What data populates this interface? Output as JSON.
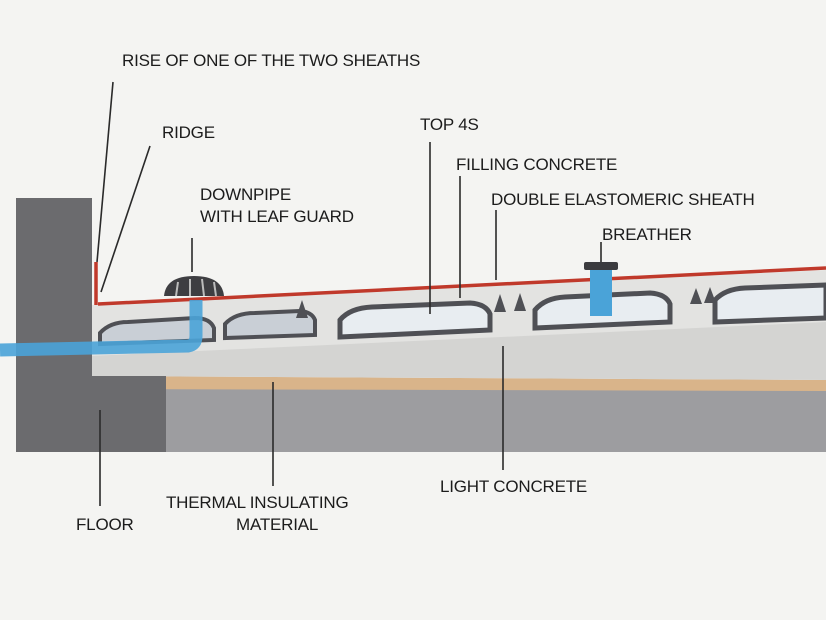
{
  "labels": {
    "rise_sheath": "RISE OF ONE OF THE TWO SHEATHS",
    "ridge": "RIDGE",
    "downpipe_line1": "DOWNPIPE",
    "downpipe_line2": "WITH LEAF GUARD",
    "top4s": "TOP 4S",
    "filling_concrete": "FILLING CONCRETE",
    "double_sheath": "DOUBLE ELASTOMERIC SHEATH",
    "breather": "BREATHER",
    "light_concrete": "LIGHT CONCRETE",
    "thermal_line1": "THERMAL INSULATING",
    "thermal_line2": "MATERIAL",
    "floor": "FLOOR"
  },
  "colors": {
    "background": "#f4f4f2",
    "wall": "#6b6b6e",
    "floor_slab": "#9a9a9d",
    "insulation": "#d9b48a",
    "light_concrete": "#d6d6d4",
    "filling_concrete": "#e4e4e2",
    "membrane": "#c0392b",
    "water_pipe": "#4aa3d8",
    "top4s_form": "#5a5a5e"
  },
  "icons": {
    "downpipe": "leaf-guard-dome-icon",
    "breather": "breather-vent-icon"
  }
}
